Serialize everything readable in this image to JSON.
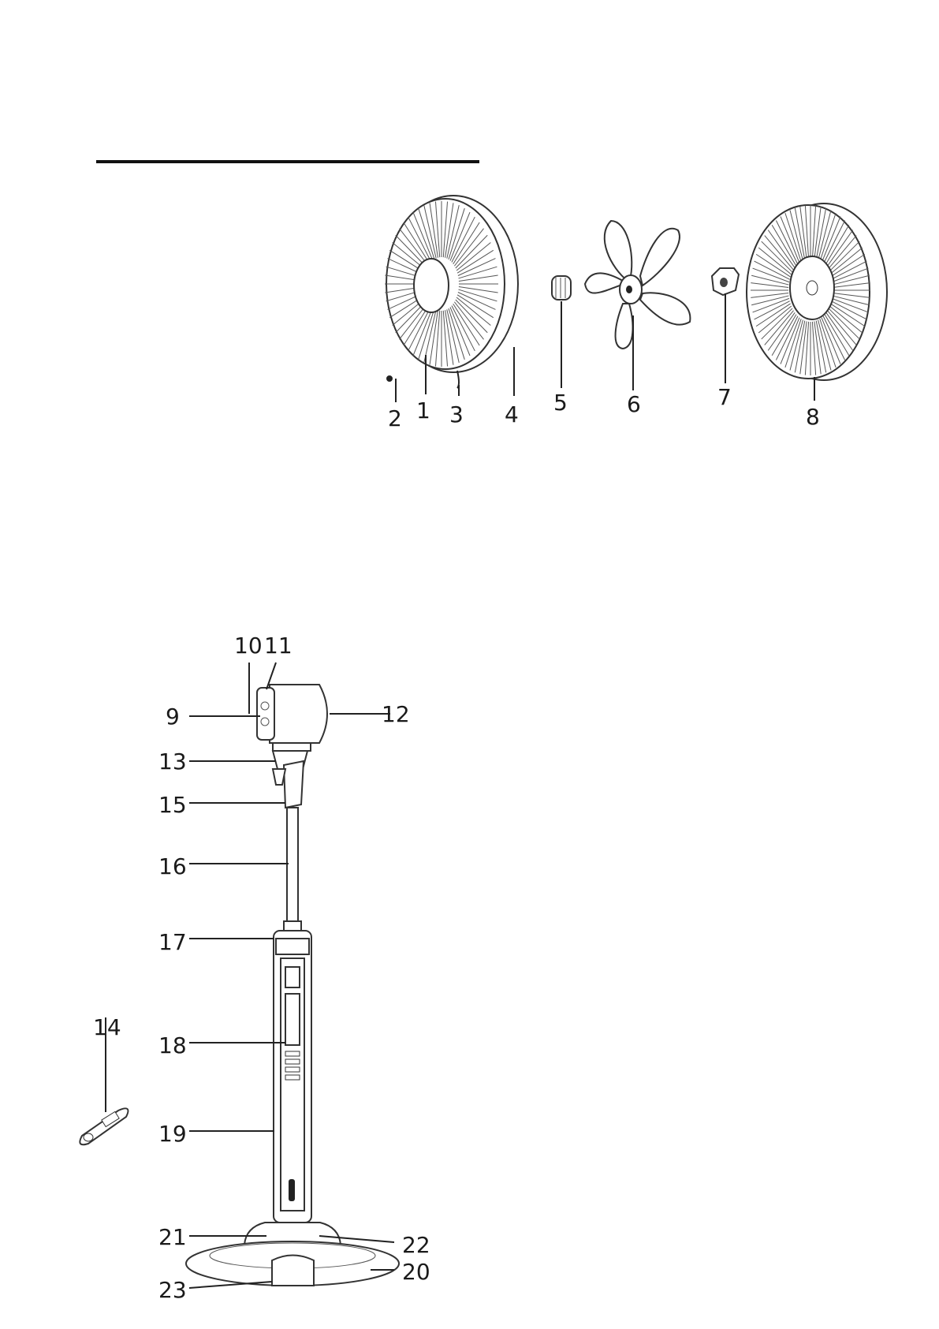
{
  "diagram": {
    "exploded_view_labels": [
      "2",
      "1",
      "3",
      "4",
      "5",
      "6",
      "7",
      "8"
    ],
    "assembly_labels": [
      "10",
      "11",
      "9",
      "12",
      "13",
      "15",
      "16",
      "17",
      "14",
      "18",
      "19",
      "21",
      "22",
      "23",
      "20"
    ]
  },
  "colors": {
    "line": "#222222",
    "background": "#ffffff"
  }
}
